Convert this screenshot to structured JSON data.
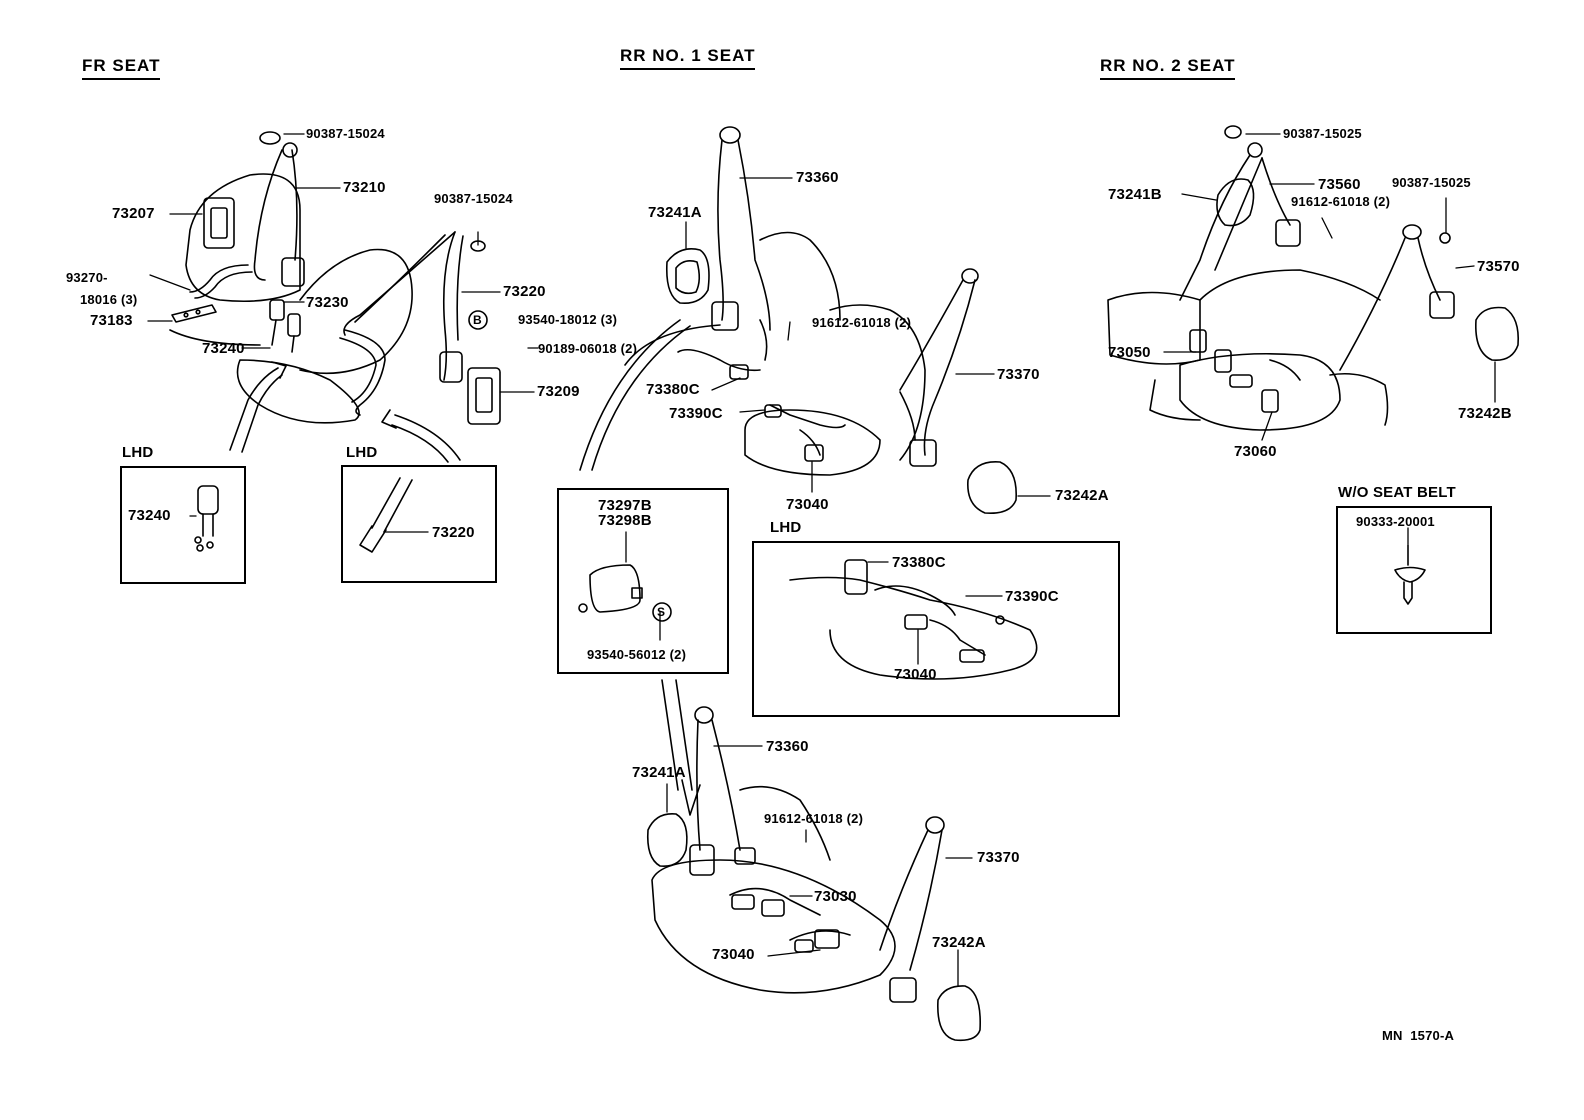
{
  "sections": {
    "fr_seat": "FR SEAT",
    "rr1_seat": "RR NO. 1 SEAT",
    "rr2_seat": "RR NO. 2 SEAT",
    "lhd_a": "LHD",
    "lhd_b": "LHD",
    "lhd_c": "LHD",
    "wo_seat_belt": "W/O SEAT BELT"
  },
  "fr": {
    "p90387_15024_a": "90387-15024",
    "p73210": "73210",
    "p73207": "73207",
    "p90387_15024_b": "90387-15024",
    "p93270": "93270-",
    "p18016": "18016 (3)",
    "p73230": "73230",
    "p73220": "73220",
    "p73183": "73183",
    "p93540_18012": "93540-18012 (3)",
    "p73240": "73240",
    "p90189": "90189-06018 (2)",
    "p73209": "73209",
    "p73240_lhd": "73240",
    "p73220_lhd": "73220",
    "mark_b": "B"
  },
  "rr1": {
    "p73360": "73360",
    "p73241a": "73241A",
    "p91612": "91612-61018 (2)",
    "p73370": "73370",
    "p73380c": "73380C",
    "p73390c": "73390C",
    "p73040": "73040",
    "p73242a": "73242A",
    "p73297b": "73297B",
    "p73298b": "73298B",
    "p93540_56012": "93540-56012 (2)",
    "mark_s": "S",
    "lhd_73380c": "73380C",
    "lhd_73390c": "73390C",
    "lhd_73040": "73040"
  },
  "rr1b": {
    "p73360": "73360",
    "p73241a": "73241A",
    "p91612": "91612-61018 (2)",
    "p73370": "73370",
    "p73030": "73030",
    "p73040": "73040",
    "p73242a": "73242A"
  },
  "rr2": {
    "p90387_15025_a": "90387-15025",
    "p73241b": "73241B",
    "p73560": "73560",
    "p90387_15025_b": "90387-15025",
    "p91612": "91612-61018 (2)",
    "p73570": "73570",
    "p73050": "73050",
    "p73242b": "73242B",
    "p73060": "73060",
    "p90333": "90333-20001"
  },
  "footer_code": "MN  1570-A"
}
